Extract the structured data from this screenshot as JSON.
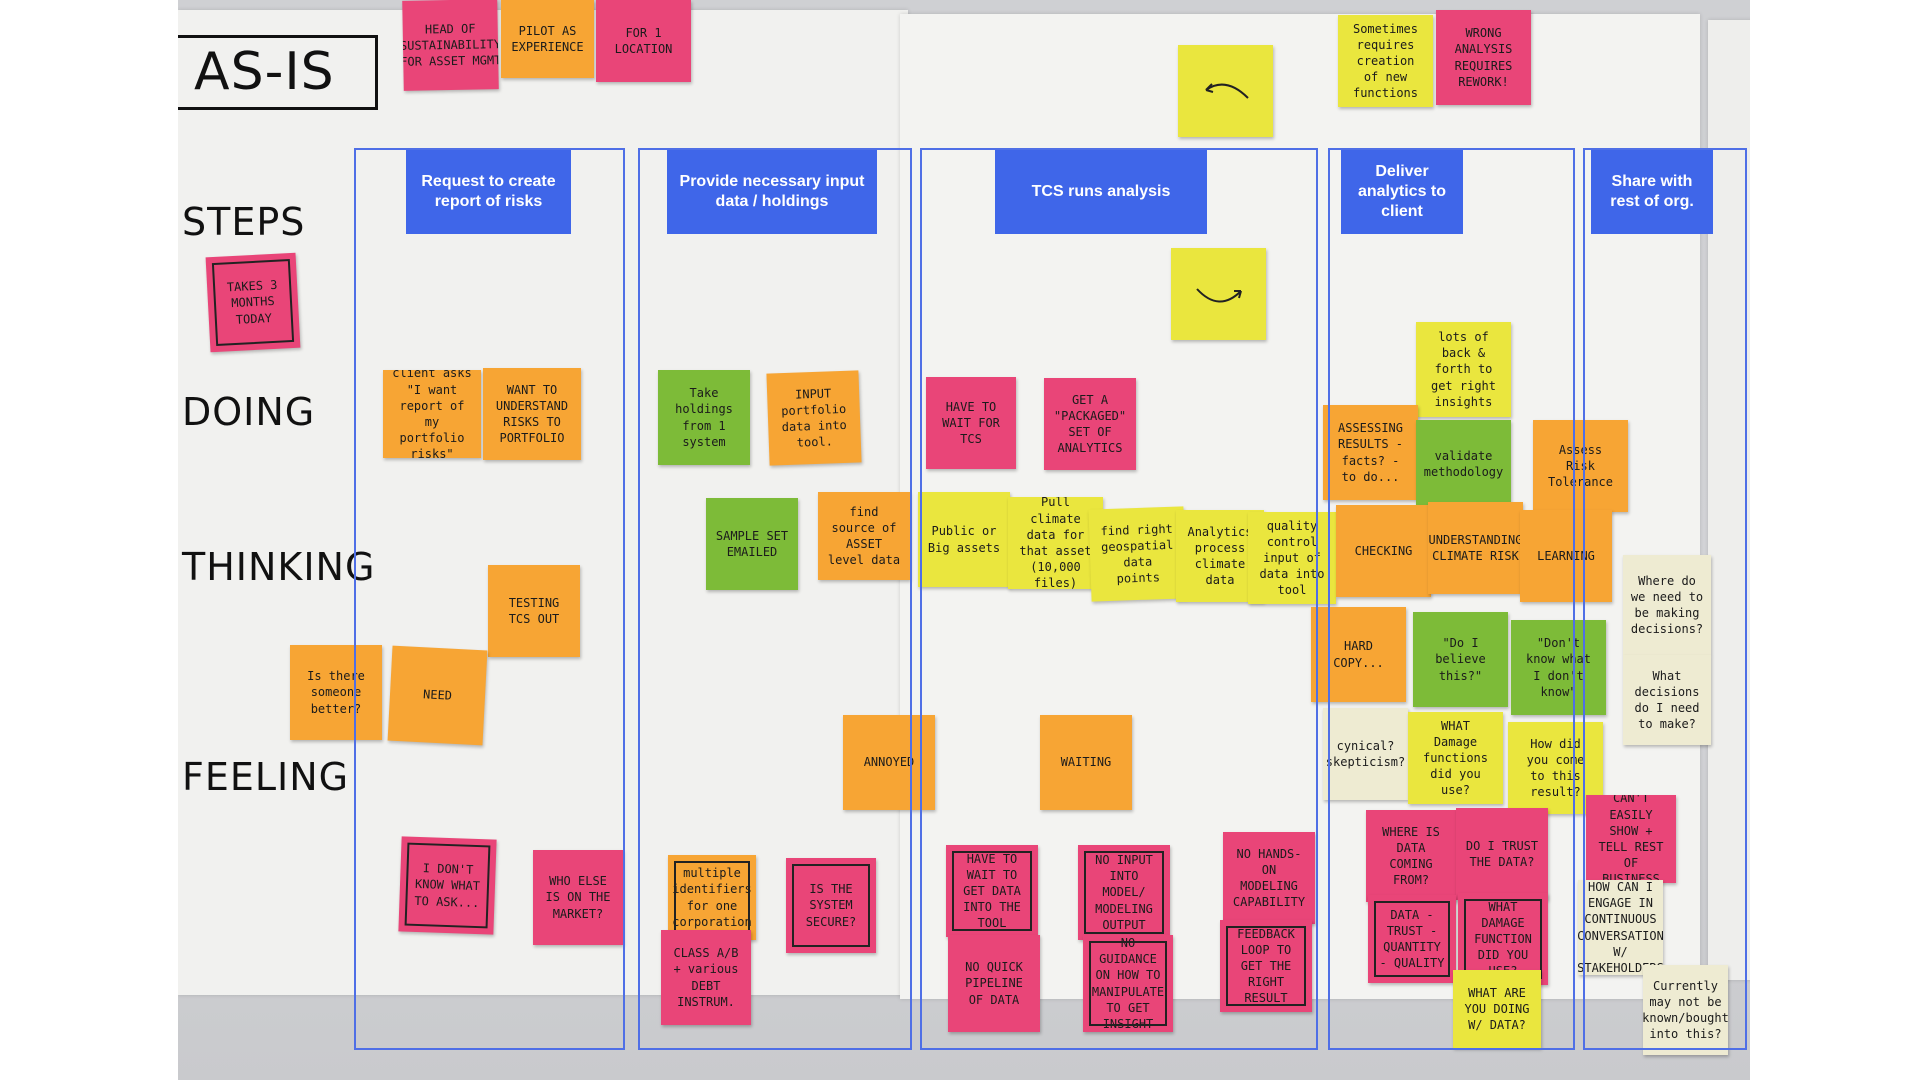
{
  "board": {
    "title": "AS-IS",
    "rows": [
      "STEPS",
      "DOING",
      "THINKING",
      "FEELING"
    ]
  },
  "columns": [
    {
      "header": "Request to create report of risks"
    },
    {
      "header": "Provide necessary input data / holdings"
    },
    {
      "header": "TCS runs analysis"
    },
    {
      "header": "Deliver analytics to client"
    },
    {
      "header": "Share with rest of org."
    }
  ],
  "notes": {
    "head_sustainability": "HEAD OF SUSTAINABILITY FOR ASSET MGMT",
    "pilot_experience": "PILOT AS EXPERIENCE",
    "one_location": "FOR 1 LOCATION",
    "takes_3_months": "TAKES 3 MONTHS TODAY",
    "client_asks": "client asks \"I want report of my portfolio risks\"",
    "want_understand": "WANT TO UNDERSTAND RISKS TO PORTFOLIO",
    "testing_tcs": "TESTING TCS OUT",
    "someone_better": "Is there someone better?",
    "need": "NEED",
    "dont_know_ask": "I DON'T KNOW WHAT TO ASK...",
    "who_else": "WHO ELSE IS ON THE MARKET?",
    "take_holdings": "Take holdings from 1 system",
    "input_portfolio": "INPUT portfolio data into tool.",
    "sample_set": "SAMPLE SET EMAILED",
    "find_source": "find source of ASSET level data",
    "annoyed": "ANNOYED",
    "multiple_identifiers": "multiple identifiers for one corporation",
    "system_secure": "IS THE SYSTEM SECURE?",
    "class_ab": "CLASS A/B + various DEBT INSTRUM.",
    "have_wait_tcs": "HAVE TO WAIT FOR TCS",
    "get_packaged": "GET A \"PACKAGED\" SET OF ANALYTICS",
    "public_or_big": "Public or Big assets",
    "pull_climate": "Pull climate data for that asset (10,000 files)",
    "find_geospatial": "find right geospatial data points",
    "analytics_process": "Analytics process climate data",
    "quality_control": "quality control input of data into tool",
    "waiting": "WAITING",
    "have_wait_data": "HAVE TO WAIT TO GET DATA INTO THE TOOL",
    "no_quick_pipeline": "NO QUICK PIPELINE OF DATA",
    "no_input_modeling": "NO INPUT INTO MODEL/ MODELING OUTPUT",
    "no_guidance": "NO GUIDANCE ON HOW TO MANIPULATE TO GET INSIGHT",
    "no_hands_on": "NO HANDS-ON MODELING CAPABILITY",
    "feedback_loop": "FEEDBACK LOOP TO GET THE RIGHT RESULT",
    "sometimes_requires": "Sometimes requires creation of new functions",
    "wrong_analysis": "WRONG ANALYSIS REQUIRES REWORK!",
    "lots_back_forth": "lots of back & forth to get right insights",
    "assessing_results": "ASSESSING RESULTS - facts? - to do...",
    "validate_methodology": "validate methodology",
    "assess_risk": "Assess Risk Tolerance",
    "checking": "CHECKING",
    "understanding_climate": "UNDERSTANDING CLIMATE RISK",
    "learning": "LEARNING",
    "hard_copy": "HARD COPY...",
    "do_i_believe": "\"Do I believe this?\"",
    "dont_know_what": "\"Don't know what I don't know\"",
    "cynical": "cynical? skepticism?",
    "what_damage_functions": "WHAT Damage functions did you use?",
    "how_did_you": "How did you come to this result?",
    "where_data_coming": "WHERE IS DATA COMING FROM?",
    "trust_data": "DO I TRUST THE DATA?",
    "data_trust": "DATA - TRUST - QUANTITY - QUALITY",
    "what_damage_function2": "WHAT DAMAGE FUNCTION DID YOU USE?",
    "what_doing_data": "WHAT ARE YOU DOING W/ DATA?",
    "cant_easily": "CAN'T EASILY SHOW + TELL REST OF BUSINESS",
    "where_decisions": "Where do we need to be making decisions?",
    "what_decisions": "What decisions do I need to make?",
    "engage_continuous": "HOW CAN I ENGAGE IN CONTINUOUS CONVERSATION W/ STAKEHOLDERS",
    "currently_not_known": "Currently may not be known/bought into this?"
  },
  "colors": {
    "pink": "#e94578",
    "orange": "#f7a534",
    "yellow": "#eae63e",
    "green": "#7dbb38",
    "header_blue": "#3f66e9"
  }
}
